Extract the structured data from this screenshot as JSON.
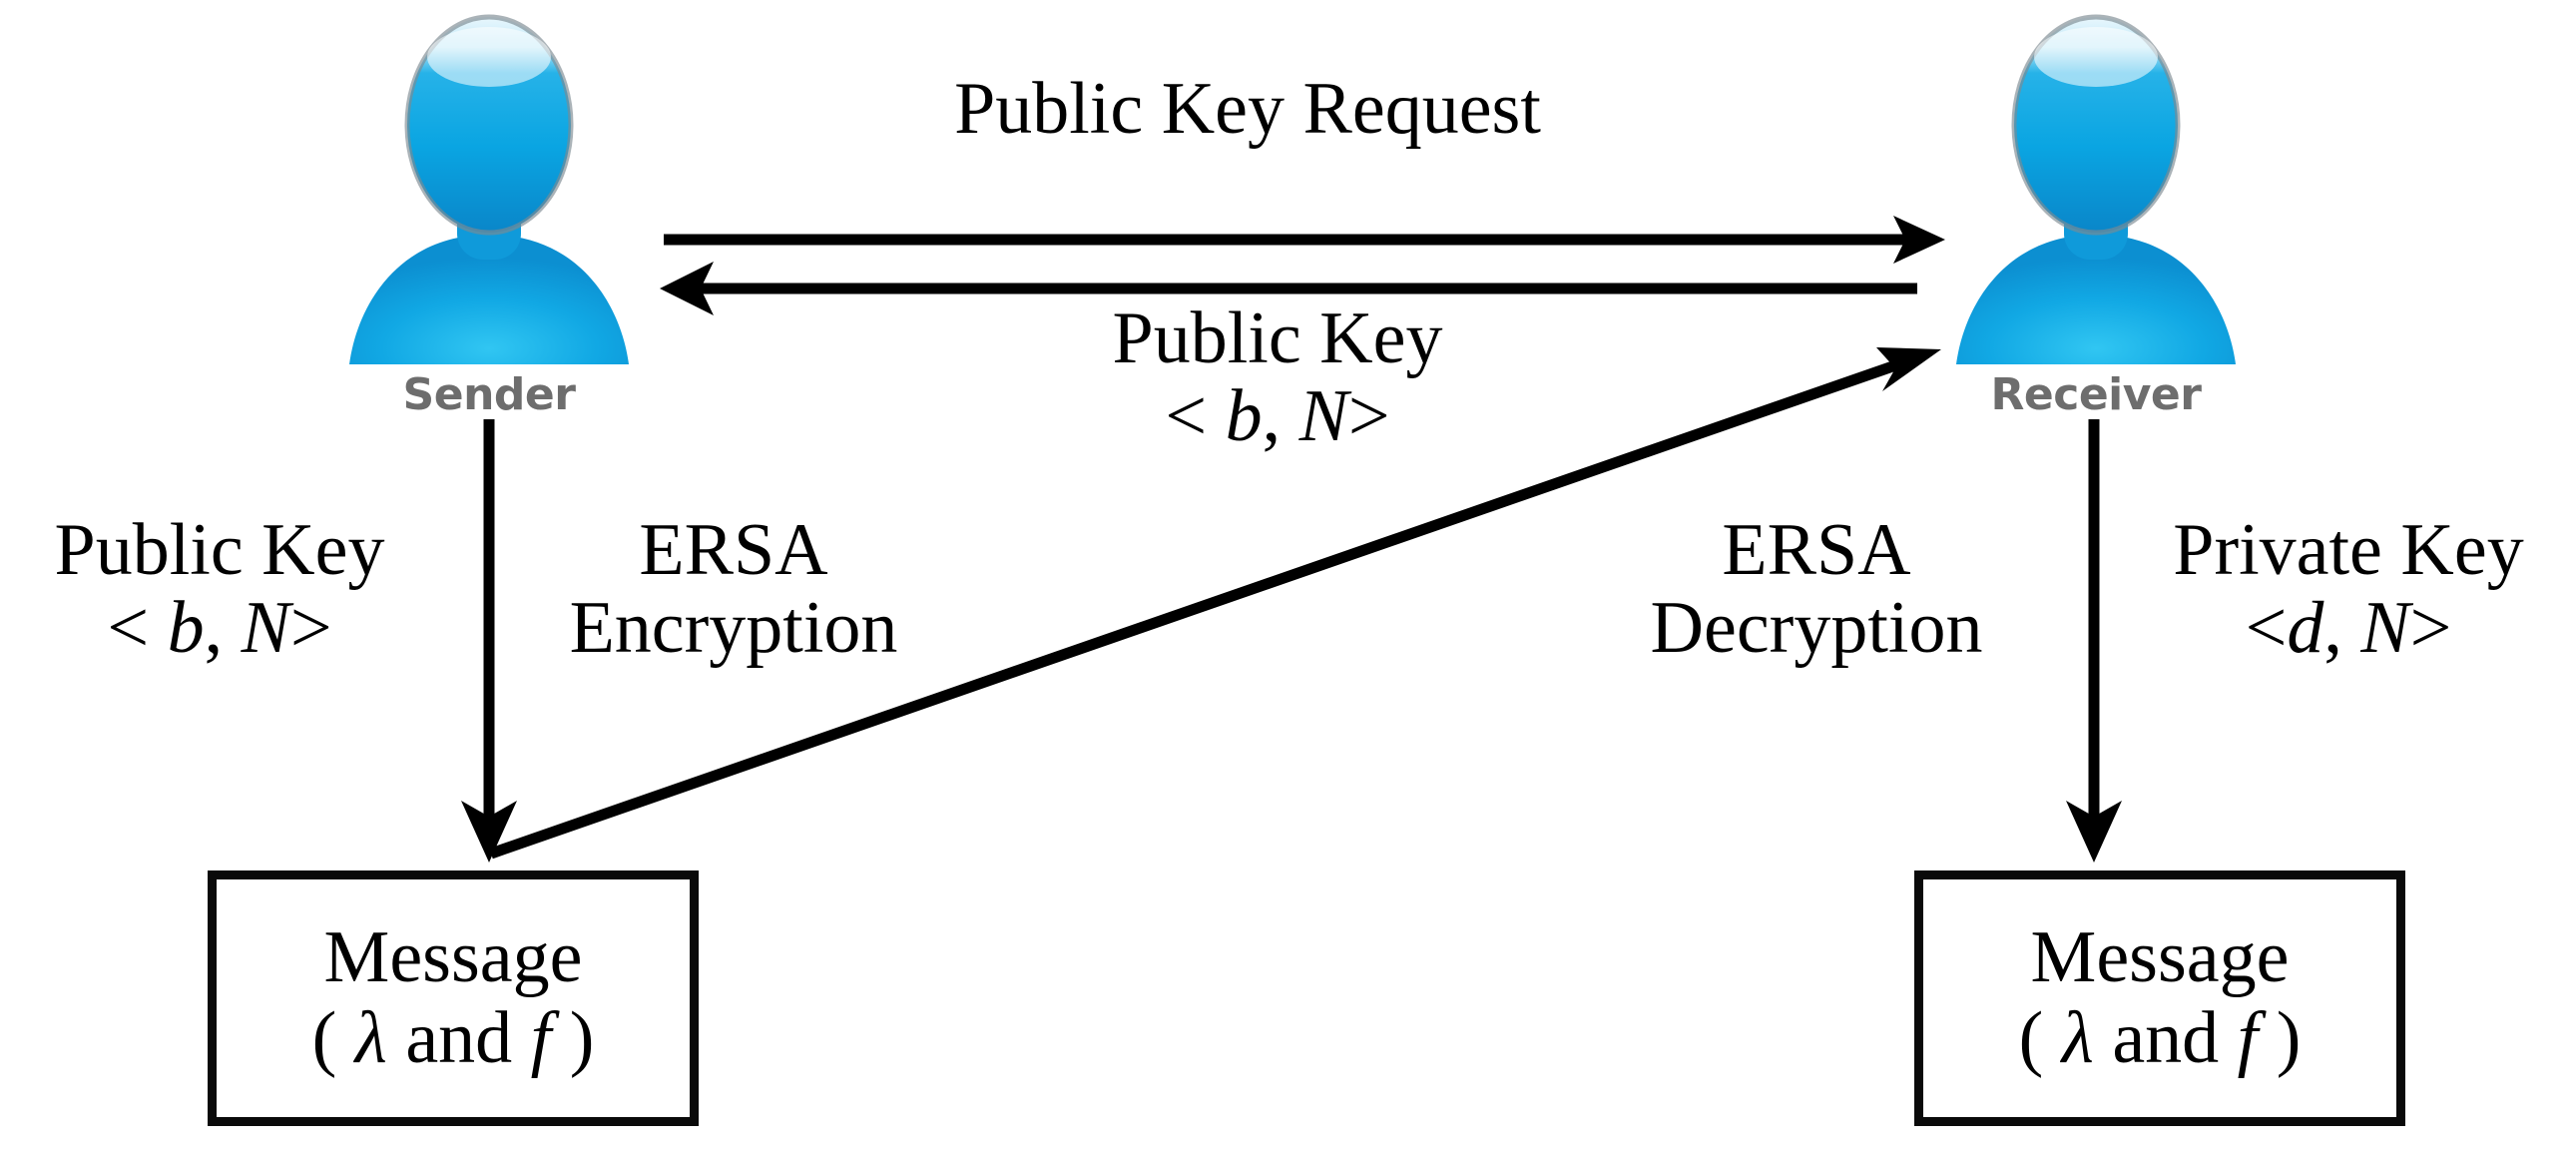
{
  "diagram": {
    "title": "ERSA public-key message exchange between Sender and Receiver",
    "background_color": "#ffffff",
    "line_color": "#000000",
    "avatar_color": "#0aa3e0",
    "label_gray": "#6d6d6d"
  },
  "actors": {
    "sender": {
      "label": "Sender",
      "icon": "user-avatar-icon"
    },
    "receiver": {
      "label": "Receiver",
      "icon": "user-avatar-icon"
    }
  },
  "flows": {
    "public_key_request": {
      "label": "Public Key Request",
      "direction": "sender-to-receiver",
      "arrow": "right-arrow-icon"
    },
    "public_key_response": {
      "label_line1": "Public Key",
      "label_line2_prefix": "< ",
      "label_line2_var1": "b",
      "label_line2_sep": ", ",
      "label_line2_var2": "N",
      "label_line2_suffix": ">",
      "direction": "receiver-to-sender",
      "arrow": "left-arrow-icon"
    },
    "sender_public_key": {
      "label_line1": "Public Key",
      "label_line2_prefix": "< ",
      "label_line2_var1": "b",
      "label_line2_sep": ", ",
      "label_line2_var2": "N",
      "label_line2_suffix": ">"
    },
    "encryption": {
      "label_line1": "ERSA",
      "label_line2": "Encryption",
      "arrow": "down-arrow-icon"
    },
    "ciphertext_transfer": {
      "direction": "sender-message-to-receiver",
      "arrow": "diagonal-up-right-arrow-icon"
    },
    "decryption": {
      "label_line1": "ERSA",
      "label_line2": "Decryption",
      "arrow": "down-arrow-icon"
    },
    "receiver_private_key": {
      "label_line1": "Private Key",
      "label_line2_prefix": "<",
      "label_line2_var1": "d",
      "label_line2_sep": ", ",
      "label_line2_var2": "N",
      "label_line2_suffix": ">"
    }
  },
  "message_boxes": {
    "sender_message": {
      "line1": "Message",
      "line2_open": "( ",
      "line2_lambda": "λ",
      "line2_and": " and ",
      "line2_f": "f",
      "line2_close": " )"
    },
    "receiver_message": {
      "line1": "Message",
      "line2_open": "( ",
      "line2_lambda": "λ",
      "line2_and": " and ",
      "line2_f": "f",
      "line2_close": " )"
    }
  }
}
